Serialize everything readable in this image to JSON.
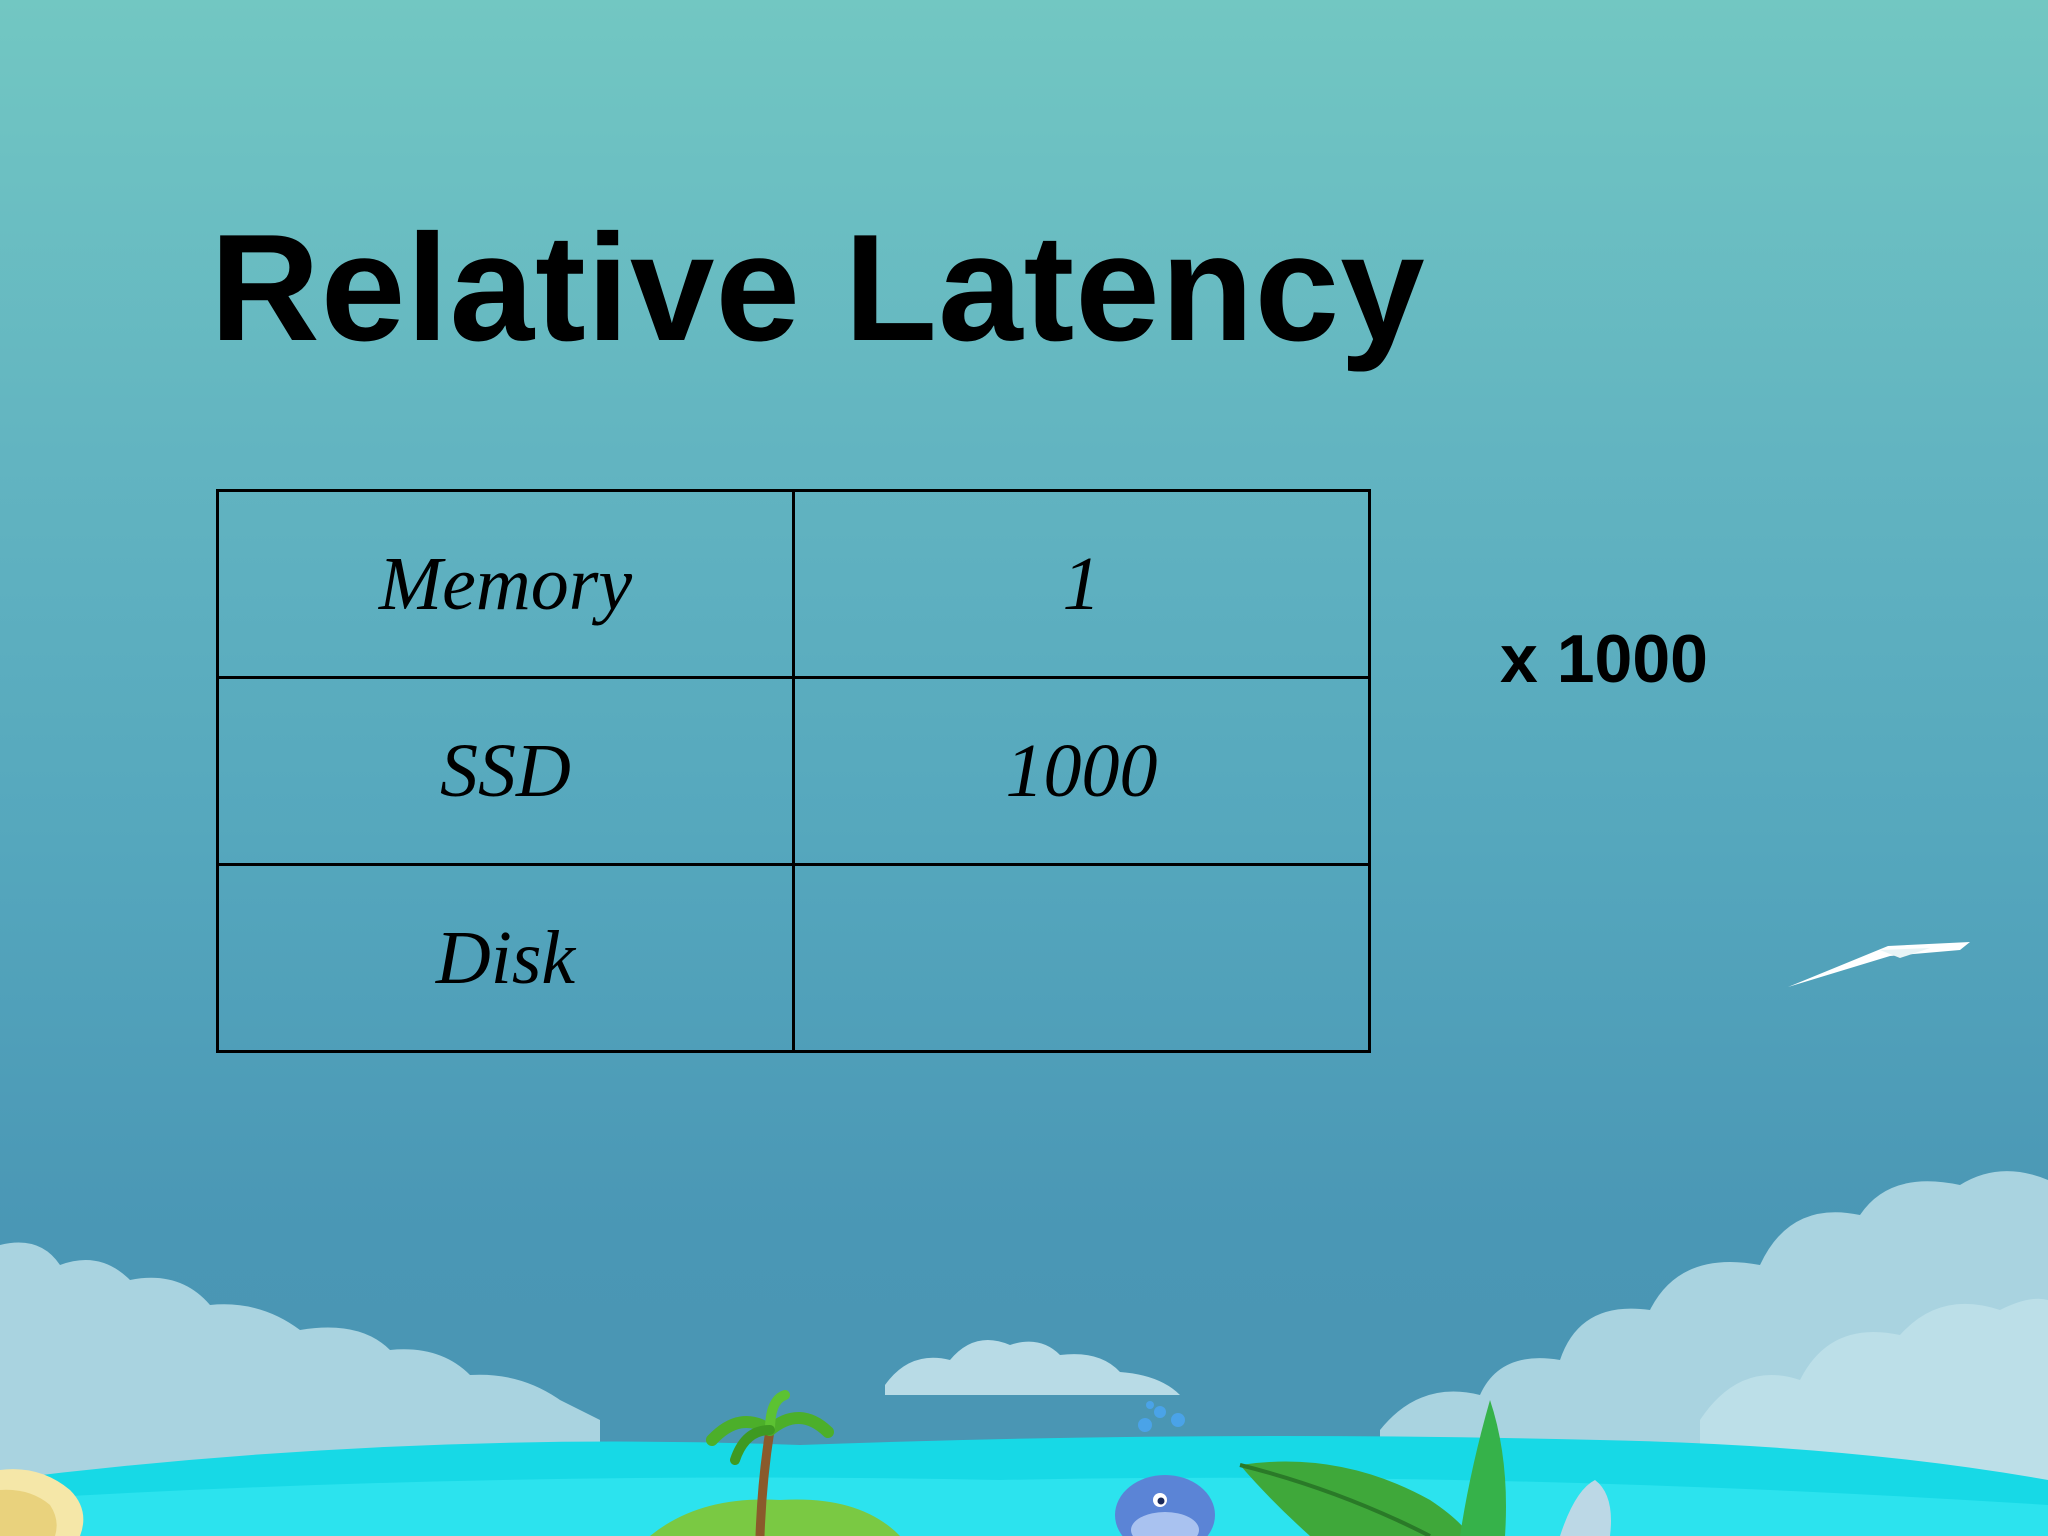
{
  "slide": {
    "title": "Relative Latency",
    "multiplier_note": "x 1000"
  },
  "table": {
    "rows": [
      {
        "label": "Memory",
        "value": "1"
      },
      {
        "label": "SSD",
        "value": "1000"
      },
      {
        "label": "Disk",
        "value": ""
      }
    ]
  },
  "colors": {
    "sky_top": "#72c7c2",
    "sky_bottom": "#4a95b3",
    "cloud": "#a9d3e0",
    "sea": "#17d9e6",
    "text": "#000000"
  },
  "icons": [
    "bird-icon",
    "palm-tree-icon",
    "whale-icon",
    "cloud-icon",
    "leaf-icon"
  ]
}
